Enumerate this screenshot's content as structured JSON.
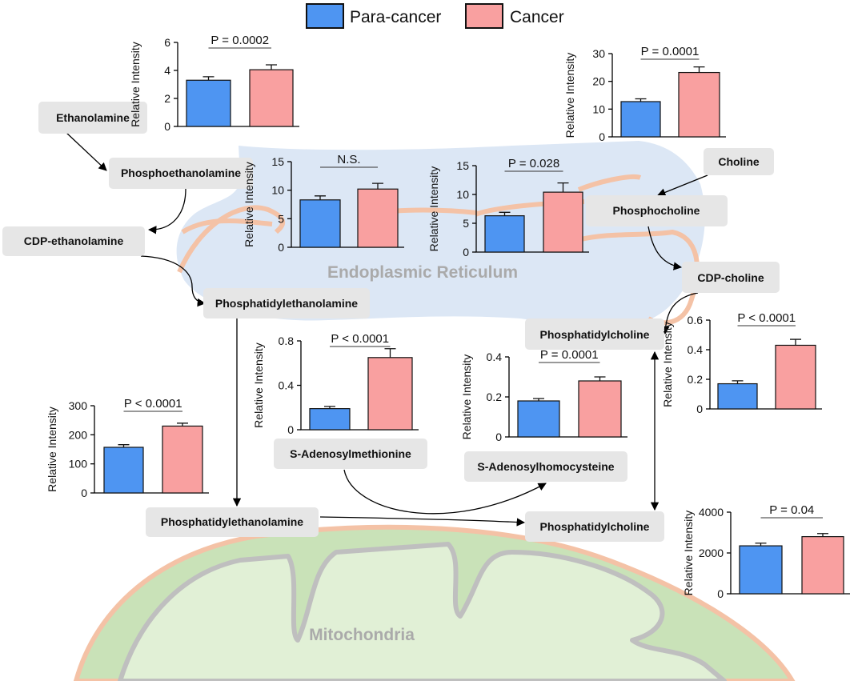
{
  "legend": {
    "para_cancer": "Para-cancer",
    "cancer": "Cancer"
  },
  "colors": {
    "para_cancer": "#4e95f2",
    "cancer": "#f9a0a0",
    "er_fill": "#dce7f5",
    "er_border": "#f4c2a6",
    "mito_fill": "#c9e2b8",
    "mito_inner": "#e1f0d6",
    "mito_border": "#f4c2a6",
    "node_box": "#e6e6e6"
  },
  "regions": {
    "er": "Endoplasmic Reticulum",
    "mito": "Mitochondria"
  },
  "nodes": {
    "ethanolamine": "Ethanolamine",
    "phosphoethanolamine": "Phosphoethanolamine",
    "cdp_ethanolamine": "CDP-ethanolamine",
    "pe_er": "Phosphatidylethanolamine",
    "choline": "Choline",
    "phosphocholine": "Phosphocholine",
    "cdp_choline": "CDP-choline",
    "pc_er": "Phosphatidylcholine",
    "sam": "S-Adenosylmethionine",
    "sah": "S-Adenosylhomocysteine",
    "pe_mito": "Phosphatidylethanolamine",
    "pc_mito": "Phosphatidylcholine"
  },
  "chart_data": [
    {
      "type": "bar",
      "ylabel": "Relative  Intensity",
      "categories": [
        "Para-cancer",
        "Cancer"
      ],
      "values": [
        3.3,
        4.05
      ],
      "errors": [
        0.25,
        0.35
      ],
      "ylim": [
        0,
        6
      ],
      "yticks": [
        "0",
        "2",
        "4",
        "6"
      ],
      "pvalue": "P = 0.0002"
    },
    {
      "type": "bar",
      "ylabel": "Relative  Intensity",
      "categories": [
        "Para-cancer",
        "Cancer"
      ],
      "values": [
        12.7,
        23.2
      ],
      "errors": [
        1.0,
        2.0
      ],
      "ylim": [
        0,
        30
      ],
      "yticks": [
        "0",
        "10",
        "20",
        "30"
      ],
      "pvalue": "P = 0.0001"
    },
    {
      "type": "bar",
      "ylabel": "Relative  Intensity",
      "categories": [
        "Para-cancer",
        "Cancer"
      ],
      "values": [
        8.3,
        10.2
      ],
      "errors": [
        0.7,
        1.0
      ],
      "ylim": [
        0,
        15
      ],
      "yticks": [
        "0",
        "5",
        "10",
        "15"
      ],
      "pvalue": "N.S."
    },
    {
      "type": "bar",
      "ylabel": "Relative  Intensity",
      "categories": [
        "Para-cancer",
        "Cancer"
      ],
      "values": [
        6.3,
        10.4
      ],
      "errors": [
        0.6,
        1.6
      ],
      "ylim": [
        0,
        15
      ],
      "yticks": [
        "0",
        "5",
        "10",
        "15"
      ],
      "pvalue": "P = 0.028"
    },
    {
      "type": "bar",
      "ylabel": "Relative  Intensity",
      "categories": [
        "Para-cancer",
        "Cancer"
      ],
      "values": [
        0.17,
        0.43
      ],
      "errors": [
        0.02,
        0.04
      ],
      "ylim": [
        0,
        0.6
      ],
      "yticks": [
        "0",
        "0.2",
        "0.4",
        "0.6"
      ],
      "pvalue": "P < 0.0001"
    },
    {
      "type": "bar",
      "ylabel": "Relative  Intensity",
      "categories": [
        "Para-cancer",
        "Cancer"
      ],
      "values": [
        0.19,
        0.65
      ],
      "errors": [
        0.02,
        0.08
      ],
      "ylim": [
        0,
        0.8
      ],
      "yticks": [
        "0",
        "0.4",
        "0.8"
      ],
      "pvalue": "P < 0.0001"
    },
    {
      "type": "bar",
      "ylabel": "Relative  Intensity",
      "categories": [
        "Para-cancer",
        "Cancer"
      ],
      "values": [
        0.18,
        0.28
      ],
      "errors": [
        0.012,
        0.02
      ],
      "ylim": [
        0,
        0.4
      ],
      "yticks": [
        "0",
        "0.2",
        "0.4"
      ],
      "pvalue": "P = 0.0001"
    },
    {
      "type": "bar",
      "ylabel": "Relative  Intensity",
      "categories": [
        "Para-cancer",
        "Cancer"
      ],
      "values": [
        157,
        230
      ],
      "errors": [
        9,
        10
      ],
      "ylim": [
        0,
        300
      ],
      "yticks": [
        "0",
        "100",
        "200",
        "300"
      ],
      "pvalue": "P < 0.0001"
    },
    {
      "type": "bar",
      "ylabel": "Relative  Intensity",
      "categories": [
        "Para-cancer",
        "Cancer"
      ],
      "values": [
        2350,
        2800
      ],
      "errors": [
        130,
        150
      ],
      "ylim": [
        0,
        4000
      ],
      "yticks": [
        "0",
        "2000",
        "4000"
      ],
      "pvalue": "P = 0.04"
    }
  ]
}
